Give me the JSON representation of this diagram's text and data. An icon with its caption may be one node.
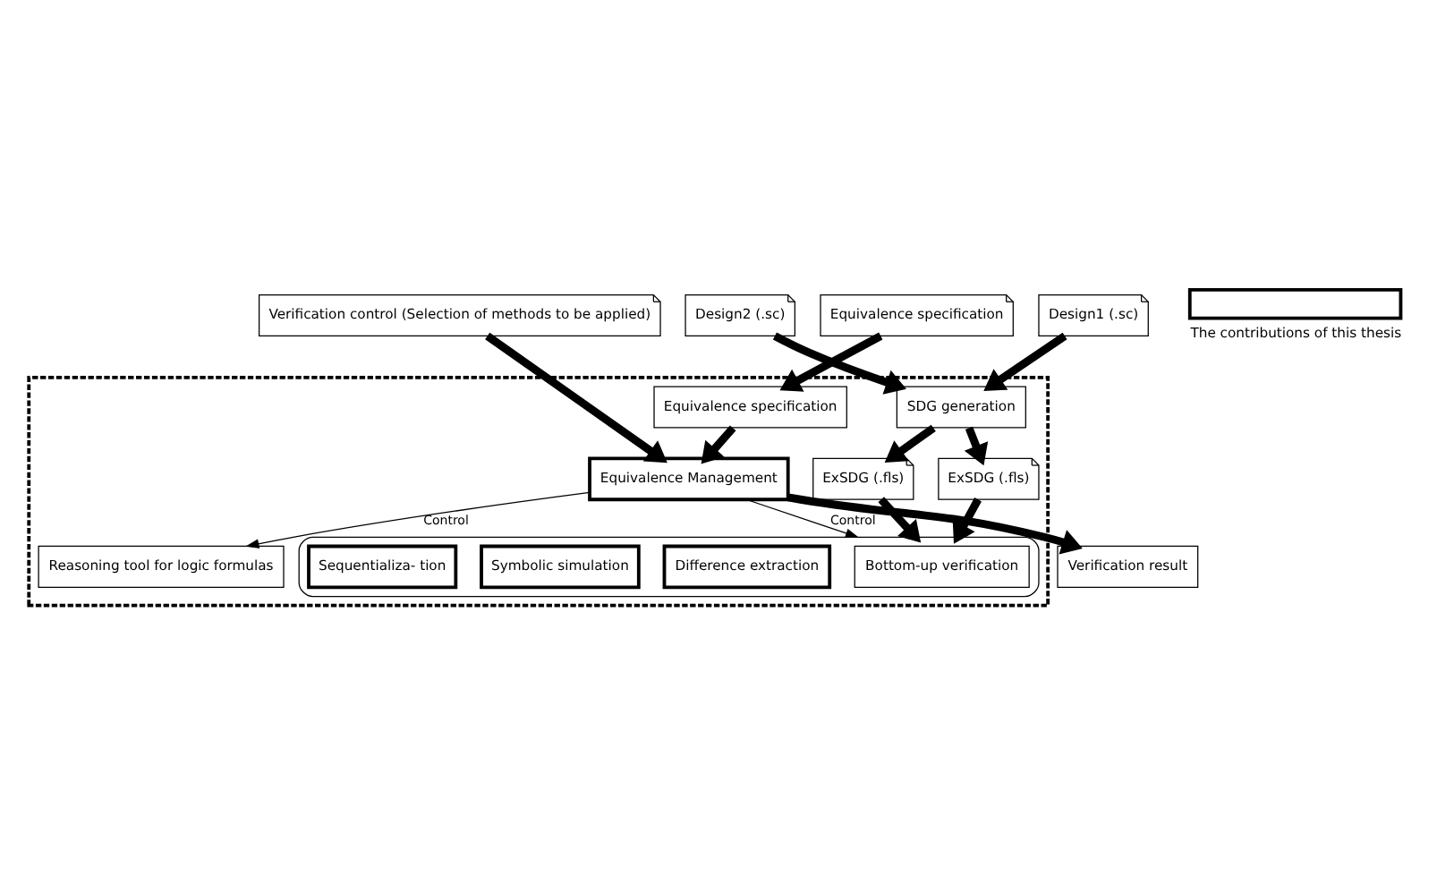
{
  "diagram": {
    "nodes": [
      {
        "text": [
          "Design1 (.sc)"
        ]
      },
      {
        "text": [
          "Design2 (.sc)"
        ]
      },
      {
        "text": [
          "Equivalence specification"
        ]
      },
      {
        "text": [
          "Verification control (Selection of methods to be applied)"
        ]
      },
      {
        "text": [],
        "shape": "box"
      },
      {
        "text": [
          "SDG generation"
        ],
        "in": 4
      },
      {
        "text": [
          "Equivalence specification"
        ],
        "in": 4
      },
      {
        "text": [
          "ExSDG (.fls)"
        ],
        "in": 4
      },
      {
        "text": [
          "ExSDG (.fls)"
        ],
        "in": 4
      },
      {
        "text": [
          "Equivalence Management"
        ],
        "in": 4
      },
      {
        "text": [
          "Verification result"
        ]
      },
      {
        "text": [],
        "shape": "box",
        "in": 4
      },
      {
        "text": [
          "Bottom-up verification"
        ],
        "in": 11
      },
      {
        "text": [
          "Difference extraction"
        ],
        "in": 11
      },
      {
        "text": [
          "Symbolic simulation"
        ],
        "in": 11
      },
      {
        "text": [
          "Sequentializa- tion"
        ],
        "in": 11
      },
      {
        "text": [
          "Reasoning tool for logic formulas"
        ],
        "in": 4
      }
    ],
    "edges": [
      {
        "from": 0,
        "to": 5,
        "arrow": "to"
      },
      {
        "from": 1,
        "to": 5,
        "arrow": "to"
      },
      {
        "from": 2,
        "to": 6,
        "arrow": "to"
      },
      {
        "from": 3,
        "to": 9,
        "arrow": "to"
      },
      {
        "from": 5,
        "to": 7,
        "arrow": "to"
      },
      {
        "from": 5,
        "to": 8,
        "arrow": "to"
      },
      {
        "from": 6,
        "to": 9,
        "arrow": "to"
      },
      {
        "from": 7,
        "to": 11,
        "arrow": "to"
      },
      {
        "from": 8,
        "to": 11,
        "arrow": "to"
      },
      {
        "from": 9,
        "to": 10,
        "arrow": "to"
      },
      {
        "from": 9,
        "to": 11,
        "arrow": "to",
        "label": "Control"
      },
      {
        "from": 9,
        "to": 16,
        "arrow": "to",
        "label": "Control"
      }
    ],
    "legend": [
      {
        "text": "The contributions of this thesis"
      }
    ]
  }
}
